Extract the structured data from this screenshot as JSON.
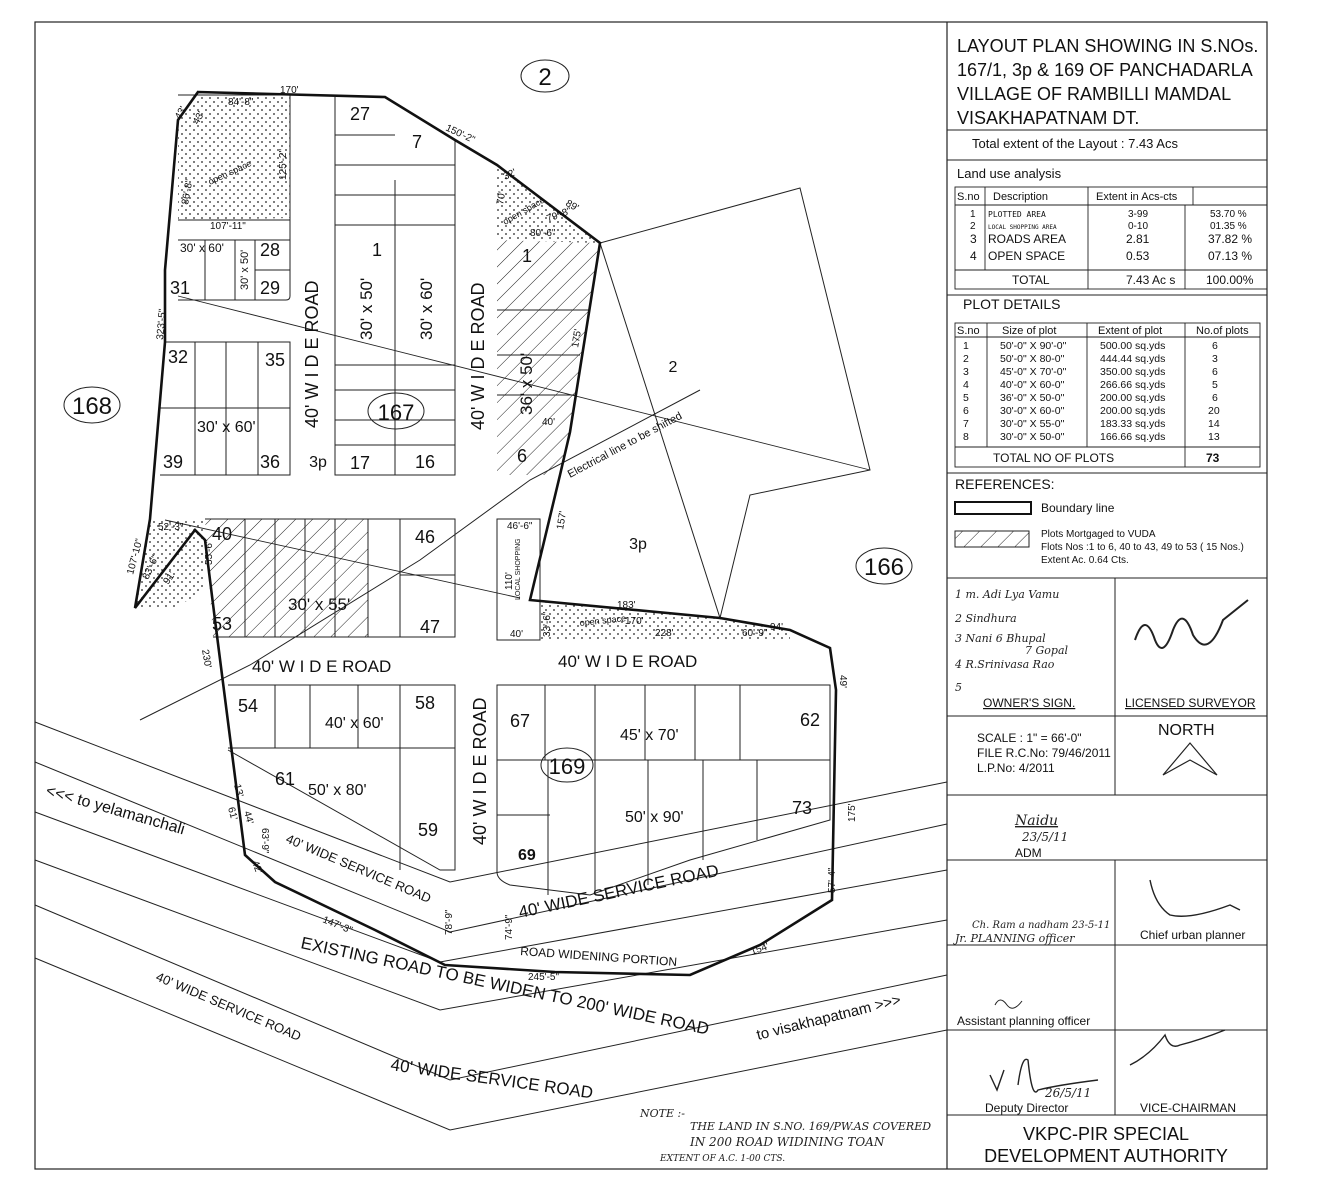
{
  "neighbors": {
    "n2": "2",
    "n168": "168",
    "n166": "166"
  },
  "survey_nos": {
    "s167": "167",
    "s169": "169",
    "s3p": "3p",
    "s3p_b": "3p",
    "s2": "2"
  },
  "roads": {
    "road_v1": "40' W I D E   ROAD",
    "road_v2": "40' W I D E   ROAD",
    "road_v3": "40' W I D E   ROAD",
    "road_h1": "40' W I D E    ROAD",
    "road_h2": "40' W I D E    ROAD",
    "service1": "40' WIDE SERVICE ROAD",
    "service2": "40' WIDE SERVICE ROAD",
    "service3": "40' WIDE SERVICE ROAD",
    "service4": "40' WIDE SERVICE ROAD",
    "widening": "ROAD WIDENING PORTION",
    "existing": "EXISTING ROAD  TO BE WIDEN TO  200' WIDE ROAD",
    "to_yel": "<<< to yelamanchali",
    "to_vsk": "to visakhapatnam >>>",
    "elec": "Electrical line to be shifted"
  },
  "plots": {
    "p27": "27",
    "p7": "7",
    "p28": "28",
    "p29": "29",
    "p31": "31",
    "p1a": "1",
    "p1b": "1",
    "p32": "32",
    "p35": "35",
    "p39": "39",
    "p36": "36",
    "p17": "17",
    "p16": "16",
    "p6": "6",
    "p40": "40",
    "p46": "46",
    "p53": "53",
    "p47": "47",
    "p54": "54",
    "p58": "58",
    "p61": "61",
    "p59": "59",
    "p67": "67",
    "p62": "62",
    "p73": "73",
    "p69": "69"
  },
  "sizes": {
    "z1": "30' x 60'",
    "z2": "30' x 50'",
    "z3": "30' x 50'",
    "z4": "30' x 60'",
    "z5": "36' x 50'",
    "z6": "30' x 60'",
    "z7": "30' x 55'",
    "z8": "40' x 60'",
    "z9": "50' x 80'",
    "z10": "45' x 70'",
    "z11": "50' x 90'"
  },
  "dims": {
    "d170": "170'",
    "d150": "150'-2\"",
    "d43a": "43'",
    "d43b": "43'",
    "d84": "84'-8\"",
    "d125": "125'-2\"",
    "d86": "86'-8\"",
    "d107": "107'-11\"",
    "d323": "323'-5\"",
    "d32": "32'",
    "d89": "89'",
    "d70": "70'",
    "d79": "79'-8\"",
    "d80": "80'-6\"",
    "d175a": "175'",
    "d40a": "40'",
    "d157": "157'",
    "d46": "46'-6\"",
    "d110": "110'",
    "d40b": "40'",
    "d33": "33'-6\"",
    "d183": "183'",
    "d170b": "170'",
    "d228": "228'",
    "d60": "60'-9\"",
    "d94": "94'",
    "d49": "49'",
    "d52": "52'-3\"",
    "d107b": "107'-10\"",
    "d83": "83'-6\"",
    "d91": "91'",
    "d55": "55'-6\"",
    "d230": "230'",
    "d13": "13'",
    "d61": "61'",
    "d44": "44'",
    "d63": "63'-9\"",
    "d42": "42'",
    "d147": "147'-3\"",
    "d78": "78'-9\"",
    "d74": "74'-9\"",
    "d245": "245'-5\"",
    "d154": "154'",
    "d57": "57'-4\"",
    "d175b": "175'"
  },
  "open_space": {
    "os1": "open space",
    "os2": "open space",
    "os3": "open space",
    "local": "LOCAL SHOPPING"
  },
  "note": {
    "label": "NOTE :-",
    "line1": "THE LAND IN  S.NO. 169/PW.AS COVERED",
    "line2": "IN 200  ROAD WIDINING  TOAN",
    "line3": "EXTENT OF A.C. 1-00 CTS."
  },
  "title_block": {
    "title1": "LAYOUT PLAN SHOWING IN S.NOs.",
    "title2": "167/1, 3p & 169 OF PANCHADARLA",
    "title3": "VILLAGE OF RAMBILLI MAMDAL",
    "title4": "VISAKHAPATNAM DT.",
    "extent": "Total extent of the Layout    : 7.43 Acs",
    "landuse": "Land  use  analysis",
    "lu_head": [
      "S.no",
      "Description",
      "Extent  in  Acs-cts"
    ],
    "lu_rows": [
      [
        "1",
        "PLOTTED  AREA",
        "3-99",
        "53.70 %"
      ],
      [
        "2",
        "LOCAL SHOPPING AREA",
        "0-10",
        "01.35 %"
      ],
      [
        "3",
        "ROADS  AREA",
        "2.81",
        "37.82 %"
      ],
      [
        "4",
        "OPEN  SPACE",
        "0.53",
        "07.13 %"
      ]
    ],
    "lu_total": [
      "TOTAL",
      "7.43 Ac s",
      "100.00%"
    ],
    "plot_details": "PLOT DETAILS",
    "pd_head": [
      "S.no",
      "Size of plot",
      "Extent of plot",
      "No.of  plots"
    ],
    "pd_rows": [
      [
        "1",
        "50'-0\" X 90'-0\"",
        "500.00 sq.yds",
        "6"
      ],
      [
        "2",
        "50'-0\" X 80-0\"",
        "444.44 sq.yds",
        "3"
      ],
      [
        "3",
        "45'-0\" X 70'-0\"",
        "350.00 sq.yds",
        "6"
      ],
      [
        "4",
        "40'-0\" X 60-0\"",
        "266.66 sq.yds",
        "5"
      ],
      [
        "5",
        "36'-0\" X 50-0\"",
        "200.00 sq.yds",
        "6"
      ],
      [
        "6",
        "30'-0\" X 60-0\"",
        "200.00 sq.yds",
        "20"
      ],
      [
        "7",
        "30'-0\" X 55-0\"",
        "183.33 sq.yds",
        "14"
      ],
      [
        "8",
        "30'-0\" X 50-0\"",
        "166.66 sq.yds",
        "13"
      ]
    ],
    "pd_total": [
      "TOTAL NO OF PLOTS",
      "73"
    ],
    "references": "REFERENCES:",
    "ref_boundary": "Boundary line",
    "ref_mort1": "Plots Mortgaged to VUDA",
    "ref_mort2": "Flots Nos :1  to 6, 40 to 43, 49 to 53 ( 15 Nos.)",
    "ref_mort3": "Extent  Ac. 0.64 Cts.",
    "owners": [
      "1  m. Adi Lya Vamu",
      "2  Sindhura",
      "3  Nani    6  Bhupal",
      "7  Gopal",
      "4  R.Srinivasa Rao",
      "5"
    ],
    "owner_sign": "OWNER'S SIGN.",
    "licensed": "LICENSED SURVEYOR",
    "scale": "SCALE : 1\" = 66'-0\"",
    "file": "FILE R.C.No: 79/46/2011",
    "lp": "L.P.No:  4/2011",
    "north": "NORTH",
    "adm_sign": "Naidu",
    "adm_date": "23/5/11",
    "adm": "ADM",
    "jpo_sign": "Ch. Ram a nadham 23-5-11",
    "jpo": "Jr. PLANNING  officer",
    "cup": "Chief urban planner",
    "apo": "Assistant planning officer",
    "dd": "Deputy Director",
    "dd_date": "26/5/11",
    "vc": "VICE-CHAIRMAN",
    "auth1": "VKPC-PIR SPECIAL",
    "auth2": "DEVELOPMENT  AUTHORITY"
  }
}
